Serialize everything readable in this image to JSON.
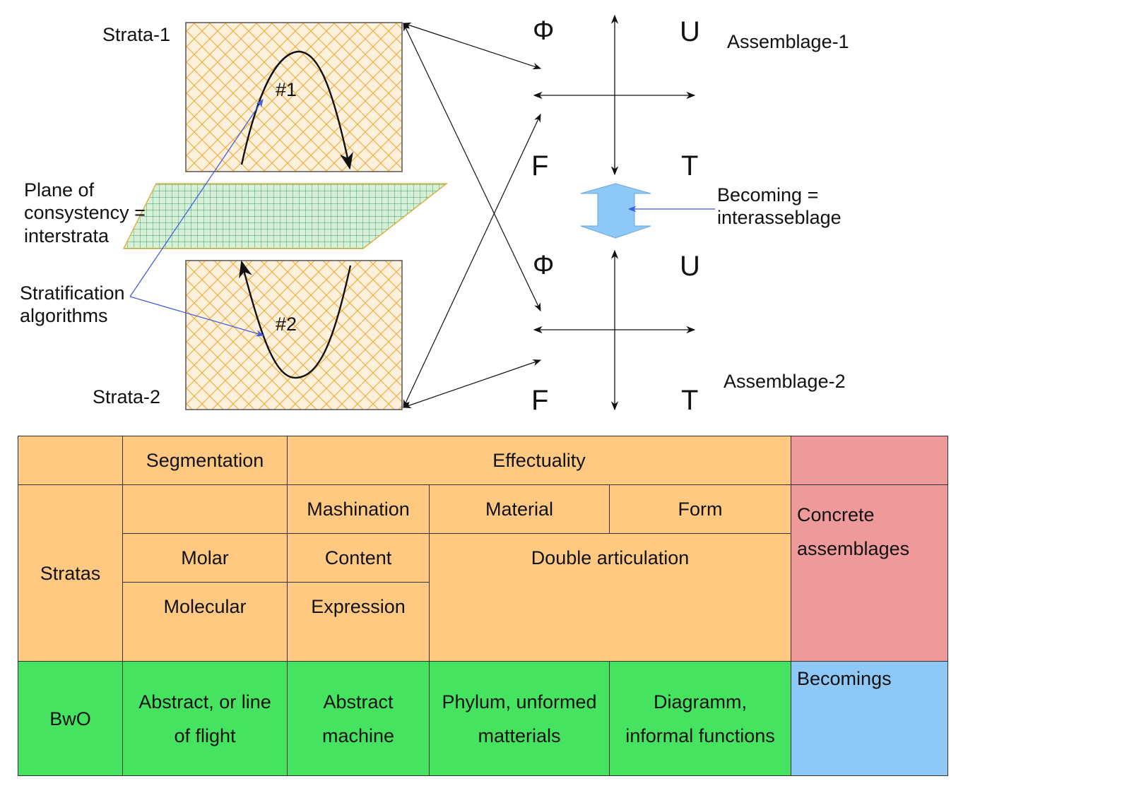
{
  "diagram": {
    "strata_1_label": "Strata-1",
    "strata_2_label": "Strata-2",
    "curve_1_label": "#1",
    "curve_2_label": "#2",
    "plane_label_lines": [
      "Plane of",
      "consystency =",
      "interstrata"
    ],
    "algorithms_label_lines": [
      "Stratification",
      "algorithms"
    ],
    "assemblage_1": {
      "label": "Assemblage-1",
      "top_left": "Φ",
      "top_right": "U",
      "bottom_left": "F",
      "bottom_right": "T"
    },
    "assemblage_2": {
      "label": "Assemblage-2",
      "top_left": "Φ",
      "top_right": "U",
      "bottom_left": "F",
      "bottom_right": "T"
    },
    "becoming_label_lines": [
      "Becoming =",
      "interasseblage"
    ]
  },
  "colors": {
    "strata_hatch": "#f0b040",
    "strata_fill": "#fdf1de",
    "plane_hatch": "#2a9d6a",
    "plane_fill": "#d8f0d8",
    "plane_border": "#e0b040",
    "algorithm_arrow": "#3f5fe0",
    "becoming_arrow": "#8ec8f7",
    "orange": "#ffc981",
    "green": "#45e35f",
    "red": "#ee9a9b",
    "blue": "#8ec8f7"
  },
  "table": {
    "header": {
      "segmentation": "Segmentation",
      "effectuality": "Effectuality"
    },
    "stratas": "Stratas",
    "mashination": "Mashination",
    "material": "Material",
    "form": "Form",
    "concrete_lines": [
      "Concrete",
      "assemblages"
    ],
    "molar": "Molar",
    "content": "Content",
    "double_articulation": "Double articulation",
    "molecular": "Molecular",
    "expression": "Expression",
    "bwo": "BwO",
    "abstract_line_lines": [
      "Abstract, or line",
      "of flight"
    ],
    "abstract_machine_lines": [
      "Abstract",
      "machine"
    ],
    "phylum_lines": [
      "Phylum, unformed",
      "matterials"
    ],
    "diagramm_lines": [
      "Diagramm,",
      "informal functions"
    ],
    "becomings": "Becomings"
  }
}
